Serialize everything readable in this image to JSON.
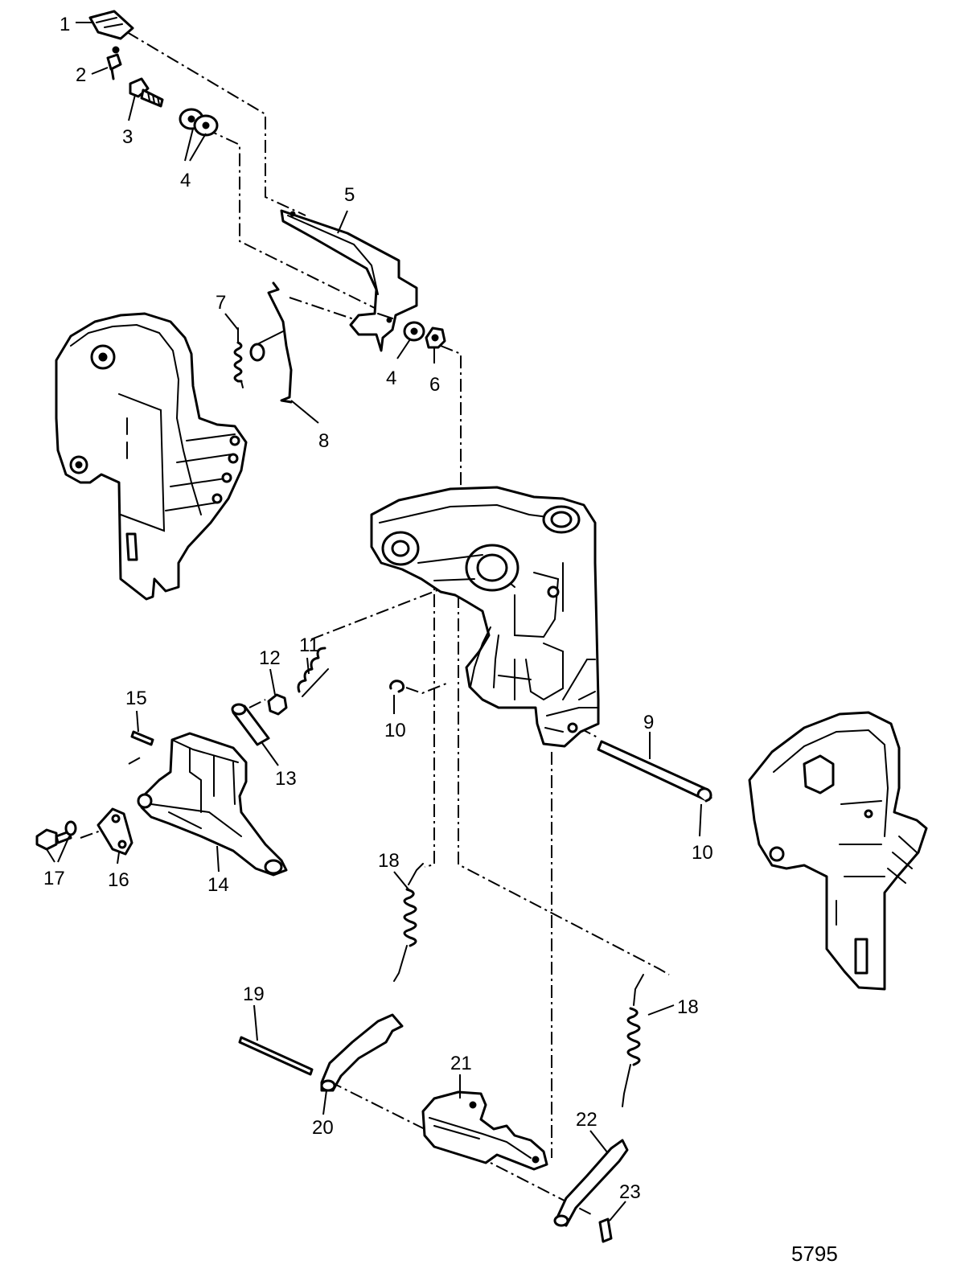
{
  "callouts": [
    {
      "id": "c1",
      "label": "1"
    },
    {
      "id": "c2",
      "label": "2"
    },
    {
      "id": "c3",
      "label": "3"
    },
    {
      "id": "c4a",
      "label": "4"
    },
    {
      "id": "c5",
      "label": "5"
    },
    {
      "id": "c7",
      "label": "7"
    },
    {
      "id": "c8",
      "label": "8"
    },
    {
      "id": "c4b",
      "label": "4"
    },
    {
      "id": "c6",
      "label": "6"
    },
    {
      "id": "c11",
      "label": "11"
    },
    {
      "id": "c12",
      "label": "12"
    },
    {
      "id": "c15",
      "label": "15"
    },
    {
      "id": "c13",
      "label": "13"
    },
    {
      "id": "c10a",
      "label": "10"
    },
    {
      "id": "c9",
      "label": "9"
    },
    {
      "id": "c10b",
      "label": "10"
    },
    {
      "id": "c17",
      "label": "17"
    },
    {
      "id": "c16",
      "label": "16"
    },
    {
      "id": "c14",
      "label": "14"
    },
    {
      "id": "c18a",
      "label": "18"
    },
    {
      "id": "c18b",
      "label": "18"
    },
    {
      "id": "c19",
      "label": "19"
    },
    {
      "id": "c20",
      "label": "20"
    },
    {
      "id": "c21",
      "label": "21"
    },
    {
      "id": "c22",
      "label": "22"
    },
    {
      "id": "c23",
      "label": "23"
    }
  ],
  "figure_number": "5795"
}
